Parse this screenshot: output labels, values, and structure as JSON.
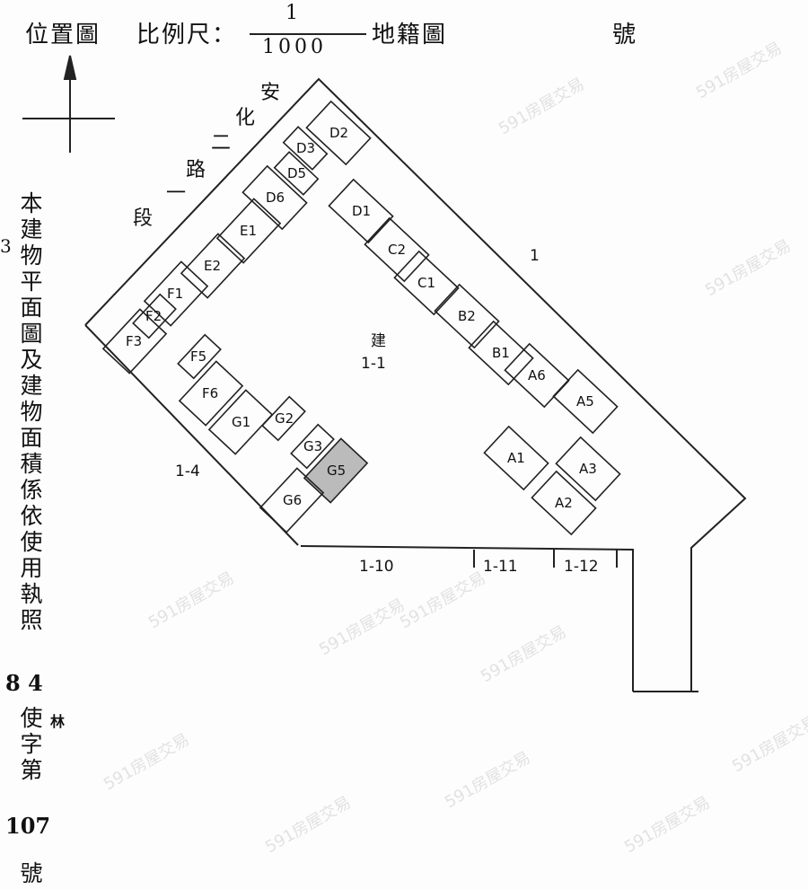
{
  "header": {
    "location_map": "位置圖",
    "scale_label": "比例尺：",
    "scale_numerator": "1",
    "scale_denominator": "1000",
    "cadastral_map": "地籍圖",
    "number_suffix": "號"
  },
  "side_note": {
    "text_chars": [
      "本",
      "建",
      "物",
      "平",
      "面",
      "圖",
      "及",
      "建",
      "物",
      "面",
      "積",
      "係",
      "依",
      "使",
      "用",
      "執",
      "照"
    ],
    "year": "8 4",
    "permit_chars": [
      "使",
      "字",
      "第"
    ],
    "handwritten_mark": "林",
    "margin_mark": "3",
    "permit_number": "107",
    "suffix": "號"
  },
  "road": {
    "chars": [
      "段",
      "一",
      "路",
      "二",
      "化",
      "安"
    ]
  },
  "parcels": {
    "main": "1",
    "building_char": "建",
    "building_lot": "1-1",
    "left": "1-4",
    "bottom_a": "1-10",
    "bottom_b": "1-11",
    "bottom_c": "1-12"
  },
  "units": [
    "D2",
    "D3",
    "D5",
    "D6",
    "D1",
    "E1",
    "C2",
    "E2",
    "C1",
    "F1",
    "F2",
    "B2",
    "F3",
    "F5",
    "B1",
    "A6",
    "A5",
    "F6",
    "G1",
    "G2",
    "G3",
    "A1",
    "A3",
    "G5",
    "G6",
    "A2"
  ],
  "watermark": "591房屋交易"
}
